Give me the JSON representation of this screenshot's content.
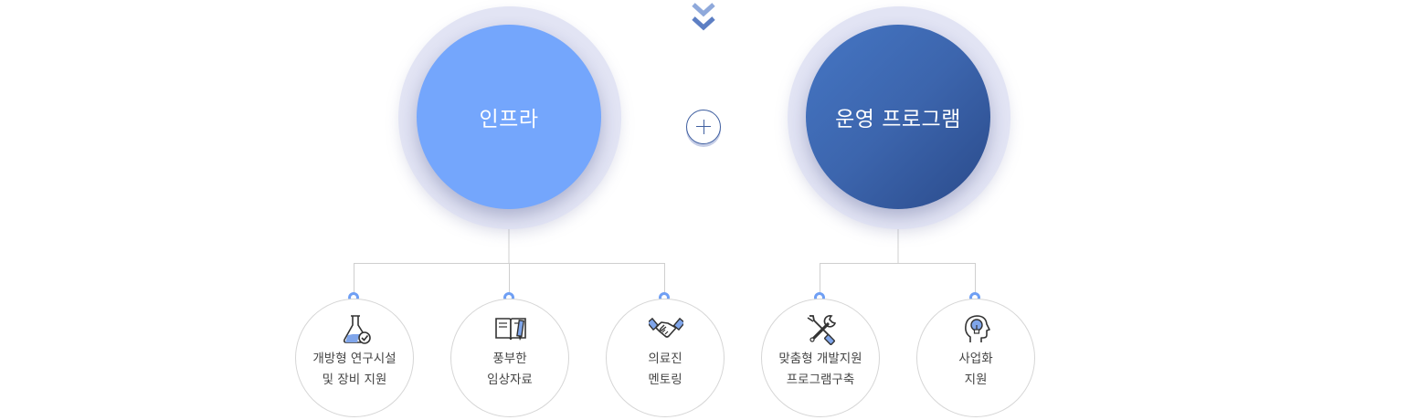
{
  "top_arrow_icon": "double-chevron-down-icon",
  "left_main": {
    "label": "인프라"
  },
  "right_main": {
    "label": "운영 프로그램"
  },
  "join_icon": "plus-icon",
  "left_items": [
    {
      "icon": "flask-check-icon",
      "line1": "개방형 연구시설",
      "line2": "및 장비 지원"
    },
    {
      "icon": "book-pen-icon",
      "line1": "풍부한",
      "line2": "임상자료"
    },
    {
      "icon": "handshake-icon",
      "line1": "의료진",
      "line2": "멘토링"
    }
  ],
  "right_items": [
    {
      "icon": "tools-icon",
      "line1": "맞춤형 개발지원",
      "line2": "프로그램구축"
    },
    {
      "icon": "lightbulb-head-icon",
      "line1": "사업화",
      "line2": "지원"
    }
  ],
  "colors": {
    "accent_light": "#74a6fc",
    "accent_dark": "#2a4a8a",
    "ring": "#e2e4f4",
    "dot": "#6f9ff4",
    "line": "#cfcfcf"
  }
}
